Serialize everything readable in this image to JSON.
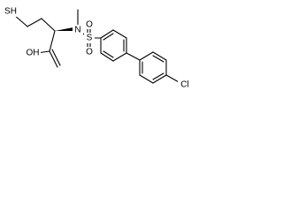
{
  "molecule": {
    "atoms": {
      "thiol": "SH",
      "hydroxyl": "OH",
      "nitrogen": "N",
      "sulfur": "S",
      "sulfonyl_oxygen_top": "O",
      "sulfonyl_oxygen_bottom": "O",
      "chlorine": "Cl"
    }
  }
}
